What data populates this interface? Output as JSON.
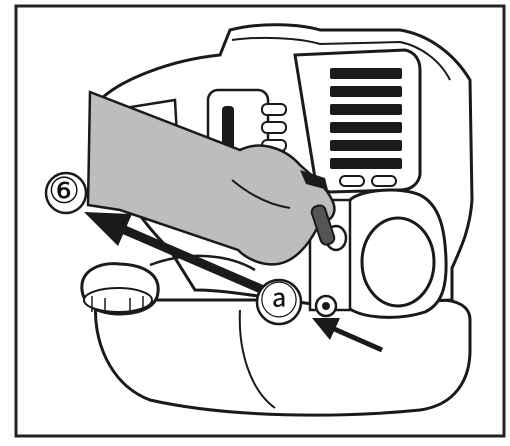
{
  "callouts": {
    "step": "⑥",
    "part": "ⓐ"
  },
  "colors": {
    "line": "#1a1a1a",
    "hand": "#bdbdbd",
    "background": "#ffffff",
    "frame": "#222222"
  },
  "icons": [
    "engine-illustration",
    "hand-illustration",
    "arrow-pull",
    "arrow-point"
  ]
}
